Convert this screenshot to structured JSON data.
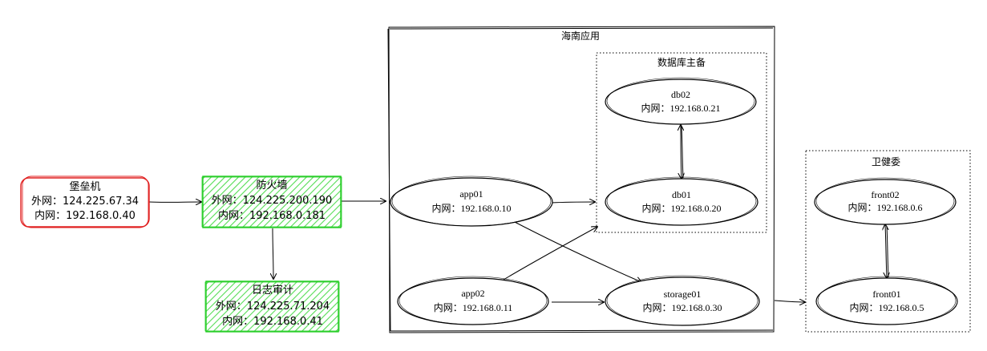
{
  "colors": {
    "bastion_border": "#e02020",
    "firewall_border": "#22cc22",
    "firewall_hatch": "#55dd55",
    "line": "#000000"
  },
  "nodes": {
    "bastion": {
      "title": "堡垒机",
      "line1": "外网：124.225.67.34",
      "line2": "内网：192.168.0.40"
    },
    "firewall": {
      "title": "防火墙",
      "line1": "外网：124.225.200.190",
      "line2": "内网：192.168.0.181"
    },
    "log_audit": {
      "title": "日志审计",
      "line1": "外网：124.225.71.204",
      "line2": "内网：192.168.0.41"
    },
    "app01": {
      "title": "app01",
      "line1": "内网：192.168.0.10"
    },
    "app02": {
      "title": "app02",
      "line1": "内网：192.168.0.11"
    },
    "db02": {
      "title": "db02",
      "line1": "内网：192.168.0.21"
    },
    "db01": {
      "title": "db01",
      "line1": "内网：192.168.0.20"
    },
    "storage01": {
      "title": "storage01",
      "line1": "内网：192.168.0.30"
    },
    "front02": {
      "title": "front02",
      "line1": "内网：192.168.0.6"
    },
    "front01": {
      "title": "front01",
      "line1": "内网：192.168.0.5"
    }
  },
  "groups": {
    "hainan": {
      "title": "海南应用"
    },
    "db_cluster": {
      "title": "数据库主备"
    },
    "weijianwei": {
      "title": "卫健委"
    }
  }
}
